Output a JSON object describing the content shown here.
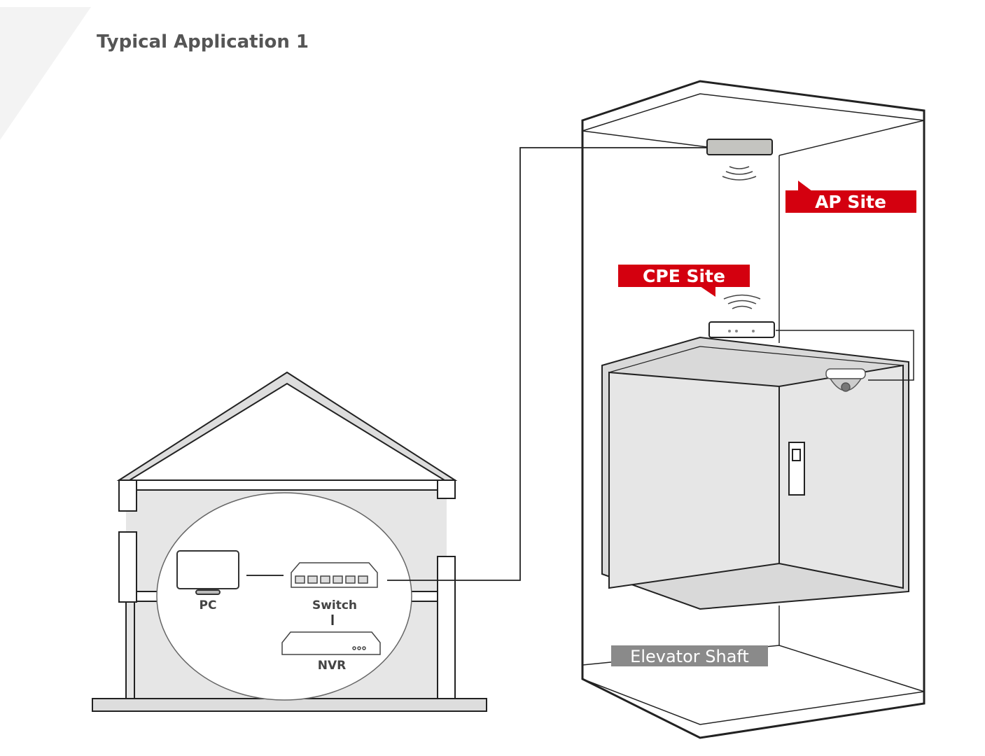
{
  "title": "Typical Application 1",
  "labels": {
    "ap_site": "AP Site",
    "cpe_site": "CPE Site",
    "elevator_shaft": "Elevator Shaft",
    "pc": "PC",
    "switch": "Switch",
    "nvr": "NVR"
  },
  "colors": {
    "accent_red": "#d4000f",
    "shaft_label_bg": "#8a8a8a",
    "line": "#222222",
    "fill_gray": "#e4e4e4"
  }
}
